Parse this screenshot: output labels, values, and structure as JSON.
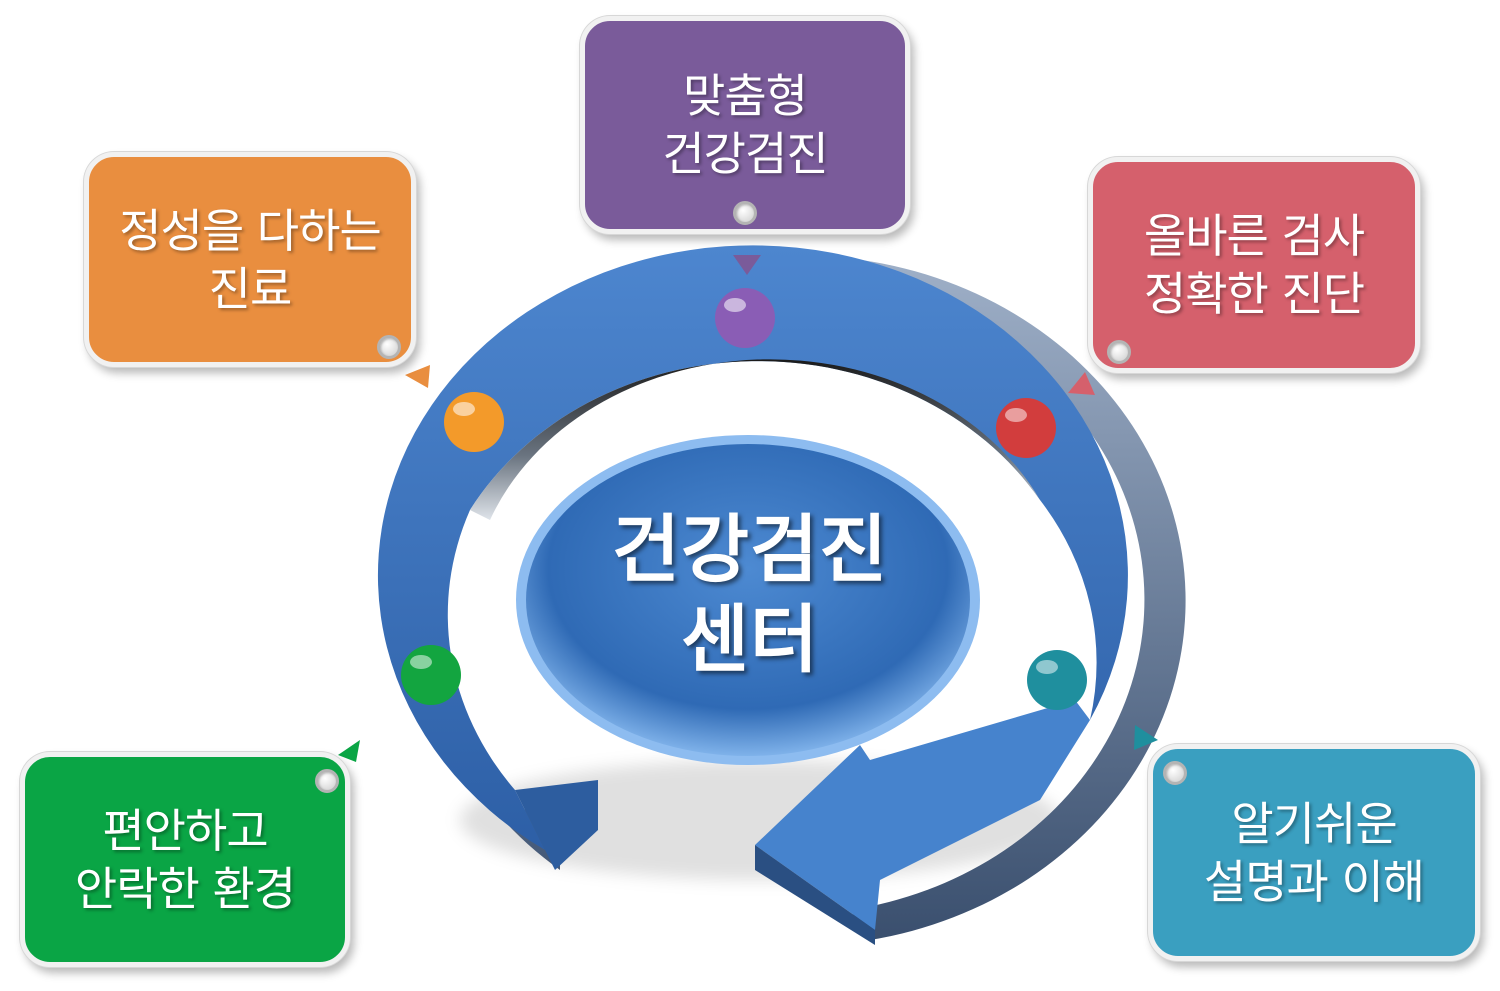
{
  "center": {
    "line1": "건강검진",
    "line2": "센터"
  },
  "boxes": {
    "top": {
      "line1": "맞춤형",
      "line2": "건강검진",
      "color": "#7a5b9a"
    },
    "top_left": {
      "line1": "정성을 다하는",
      "line2": "진료",
      "color": "#e98e3f"
    },
    "top_right": {
      "line1": "올바른 검사",
      "line2": "정확한 진단",
      "color": "#d5606c"
    },
    "bottom_left": {
      "line1": "편안하고",
      "line2": "안락한 환경",
      "color": "#0aa545"
    },
    "bottom_right": {
      "line1": "알기쉬운",
      "line2": "설명과 이해",
      "color": "#3a9fc0"
    }
  },
  "ring": {
    "color": "#3f74be",
    "center_color": "#3a78c0"
  },
  "balls": {
    "top": "#8a5db5",
    "top_left": "#f39a2a",
    "top_right": "#d23d3d",
    "bottom_left": "#13a540",
    "bottom_right": "#1f8f9e"
  }
}
